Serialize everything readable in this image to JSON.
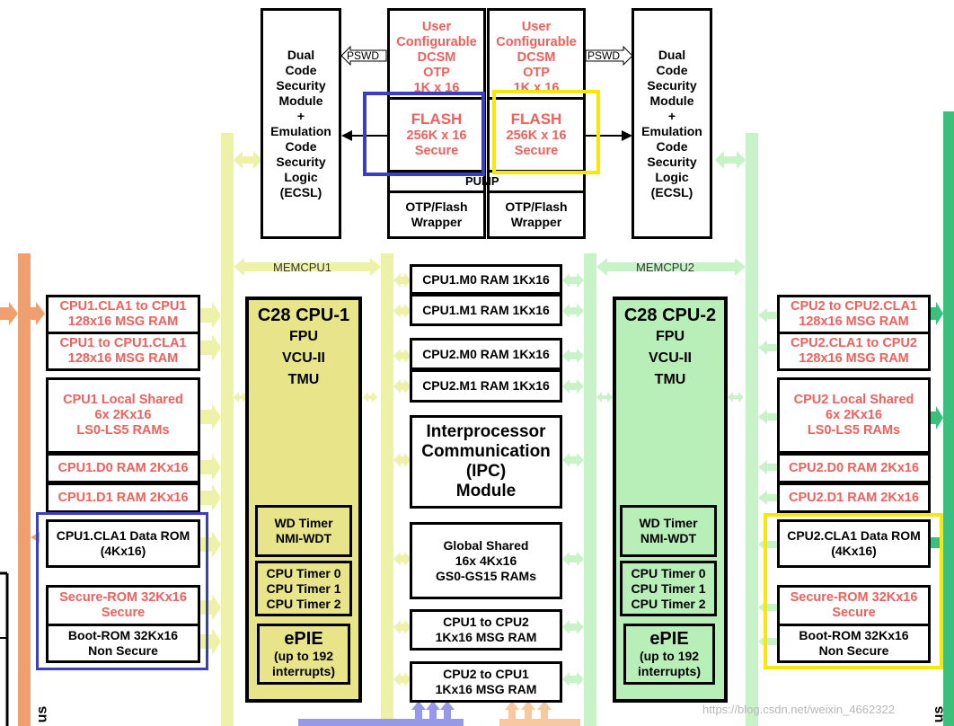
{
  "colors": {
    "cpu1_bus": "#eef2a8",
    "cpu1_fill": "#e8e48a",
    "cpu2_bus": "#c8f3c8",
    "cpu2_fill": "#b8eeb8",
    "left_bus": "#f0a070",
    "right_bus": "#3cbf7c",
    "memory_text": "#f0605c",
    "highlight_blue": "#3a3fc0",
    "highlight_yellow": "#f8e80a",
    "bottom_purple": "#9898e8",
    "bottom_orange": "#f8c8a0"
  },
  "top": {
    "ecsl_left": "Dual\nCode\nSecurity\nModule\n+\nEmulation\nCode\nSecurity\nLogic\n(ECSL)",
    "ecsl_right": "Dual\nCode\nSecurity\nModule\n+\nEmulation\nCode\nSecurity\nLogic\n(ECSL)",
    "dcsm_left": "User\nConfigurable\nDCSM\nOTP\n1K x 16",
    "dcsm_right": "User\nConfigurable\nDCSM\nOTP\n1K x 16",
    "flash_left_title": "FLASH",
    "flash_left_body": "256K x 16\nSecure",
    "flash_right_title": "FLASH",
    "flash_right_body": "256K x 16\nSecure",
    "pump": "PUMP",
    "wrapper_left": "OTP/Flash\nWrapper",
    "wrapper_right": "OTP/Flash\nWrapper",
    "pswd_left": "PSWD",
    "pswd_right": "PSWD"
  },
  "buses": {
    "memcpu1": "MEMCPU1",
    "memcpu2": "MEMCPU2"
  },
  "cpu1": {
    "title": "C28 CPU-1",
    "features": [
      "FPU",
      "VCU-II",
      "TMU"
    ],
    "wd_timer": "WD Timer\nNMI-WDT",
    "cpu_timers": "CPU Timer 0\nCPU Timer 1\nCPU Timer 2",
    "epie_title": "ePIE",
    "epie_body": "(up to 192\ninterrupts)"
  },
  "cpu2": {
    "title": "C28 CPU-2",
    "features": [
      "FPU",
      "VCU-II",
      "TMU"
    ],
    "wd_timer": "WD Timer\nNMI-WDT",
    "cpu_timers": "CPU Timer 0\nCPU Timer 1\nCPU Timer 2",
    "epie_title": "ePIE",
    "epie_body": "(up to 192\ninterrupts)"
  },
  "left_memory": {
    "cla_to_cpu": "CPU1.CLA1 to CPU1\n128x16 MSG RAM",
    "cpu_to_cla": "CPU1 to CPU1.CLA1\n128x16 MSG RAM",
    "local_shared": "CPU1 Local Shared\n6x 2Kx16\nLS0-LS5 RAMs",
    "d0": "CPU1.D0 RAM 2Kx16",
    "d1": "CPU1.D1 RAM 2Kx16",
    "cla_rom": "CPU1.CLA1 Data ROM\n(4Kx16)",
    "secure_rom": "Secure-ROM 32Kx16\nSecure",
    "boot_rom": "Boot-ROM 32Kx16\nNon Secure"
  },
  "right_memory": {
    "cpu_to_cla": "CPU2 to CPU2.CLA1\n128x16 MSG RAM",
    "cla_to_cpu": "CPU2.CLA1 to CPU2\n128x16 MSG RAM",
    "local_shared": "CPU2 Local Shared\n6x 2Kx16\nLS0-LS5 RAMs",
    "d0": "CPU2.D0 RAM 2Kx16",
    "d1": "CPU2.D1 RAM 2Kx16",
    "cla_rom": "CPU2.CLA1 Data ROM\n(4Kx16)",
    "secure_rom": "Secure-ROM 32Kx16\nSecure",
    "boot_rom": "Boot-ROM 32Kx16\nNon Secure"
  },
  "center": {
    "cpu1_m0": "CPU1.M0 RAM 1Kx16",
    "cpu1_m1": "CPU1.M1 RAM 1Kx16",
    "cpu2_m0": "CPU2.M0 RAM 1Kx16",
    "cpu2_m1": "CPU2.M1 RAM 1Kx16",
    "ipc": "Interprocessor\nCommunication\n(IPC)\nModule",
    "global_shared": "Global Shared\n16x 4Kx16\nGS0-GS15 RAMs",
    "cpu1_to_cpu2": "CPU1 to CPU2\n1Kx16 MSG RAM",
    "cpu2_to_cpu1": "CPU2 to CPU1\n1Kx16 MSG RAM"
  },
  "edge": {
    "left_cut": "us",
    "right_cut": "us"
  },
  "watermark": "https://blog.csdn.net/weixin_4662322"
}
